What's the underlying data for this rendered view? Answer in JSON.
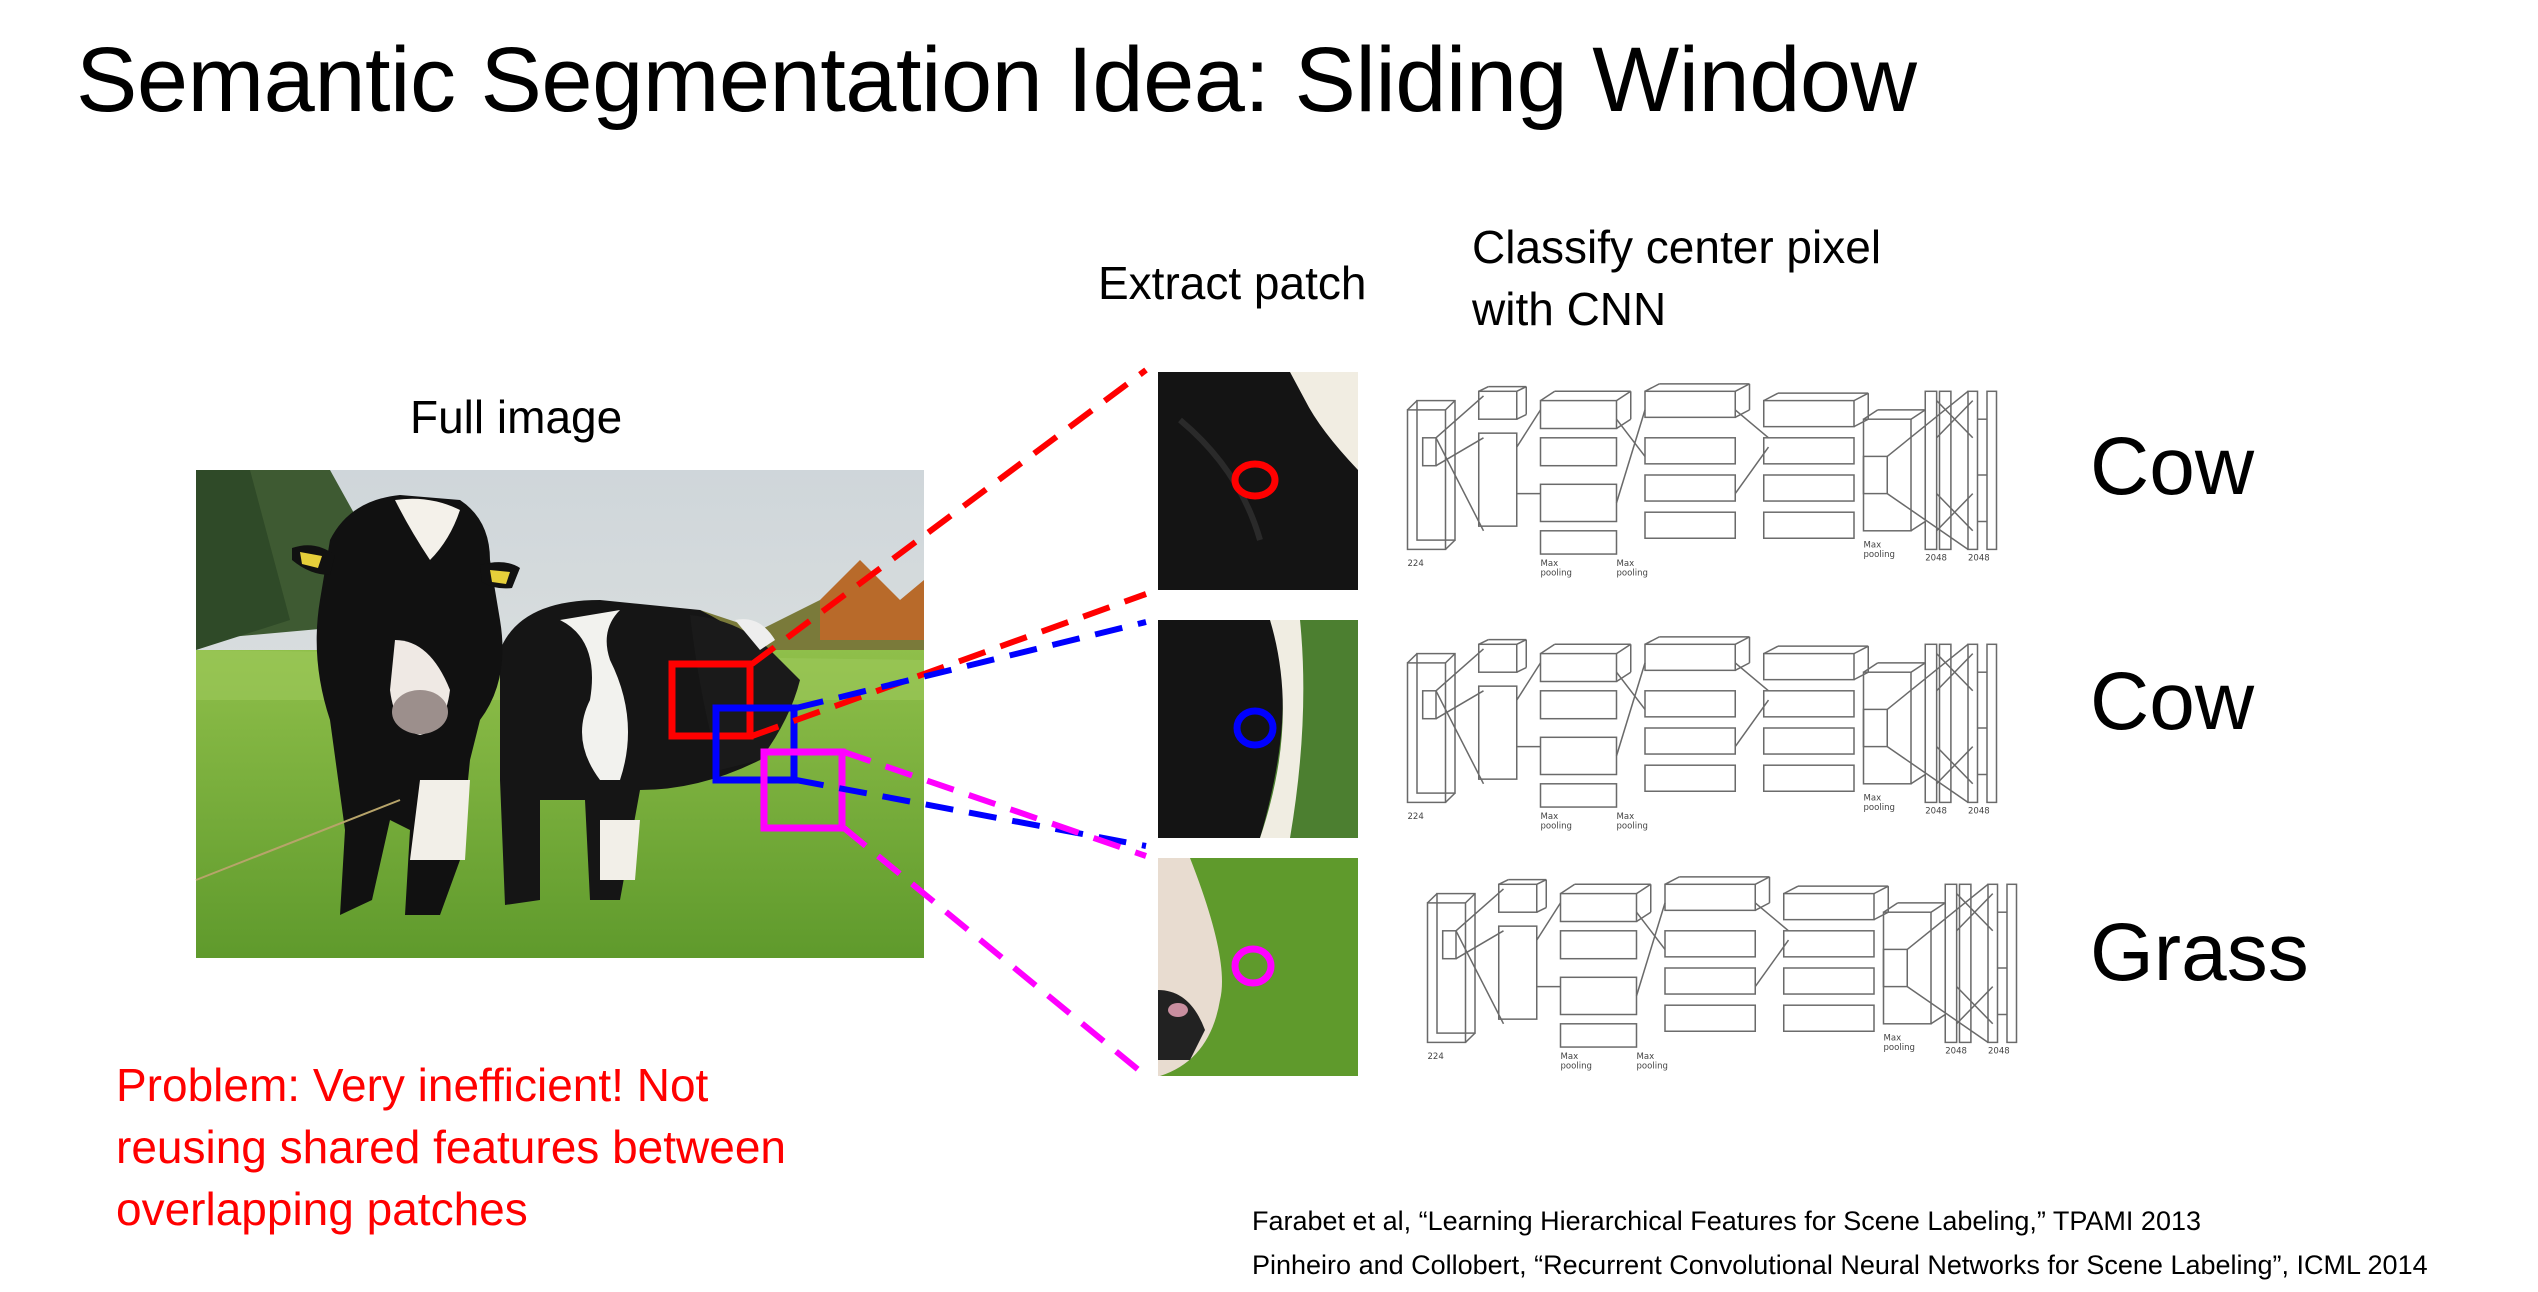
{
  "title": "Semantic Segmentation Idea: Sliding Window",
  "labels": {
    "full_image": "Full image",
    "extract_patch": "Extract patch",
    "classify_line1": "Classify center pixel",
    "classify_line2": "with CNN"
  },
  "classes": [
    "Cow",
    "Cow",
    "Grass"
  ],
  "problem": {
    "line1": "Problem: Very inefficient! Not",
    "line2": "reusing shared features between",
    "line3": "overlapping patches"
  },
  "citations": [
    "Farabet et al, “Learning Hierarchical Features for Scene Labeling,” TPAMI 2013",
    "Pinheiro and Collobert, “Recurrent Convolutional Neural Networks for Scene Labeling”, ICML 2014"
  ],
  "colors": {
    "red": "#ff0000",
    "blue": "#0000ff",
    "magenta": "#ff00ff",
    "problem_text": "#ff0000"
  }
}
